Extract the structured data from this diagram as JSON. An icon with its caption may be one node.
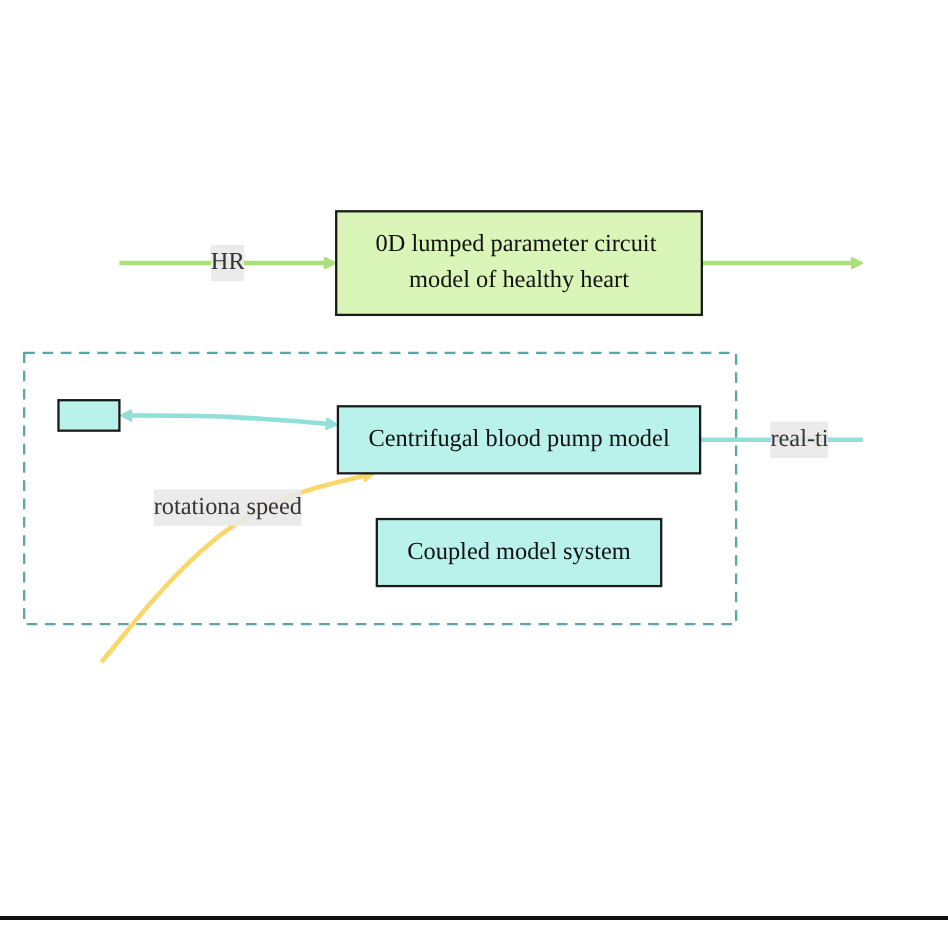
{
  "diagram": {
    "nodes": [
      {
        "text": [
          "0D lumped parameter circuit model of healthy heart"
        ]
      },
      {
        "text": [],
        "shape": "box"
      },
      {
        "text": [],
        "shape": "box",
        "in": 1
      },
      {
        "text": [
          "Centrifugal blood pump model"
        ],
        "in": 1
      },
      {
        "text": [
          "Coupled model system"
        ],
        "in": 1
      }
    ],
    "edges": [
      {
        "from": null,
        "to": 0,
        "arrow": "to",
        "label": "HR",
        "color": "#a9e07a"
      },
      {
        "from": 0,
        "to": null,
        "arrow": "to",
        "color": "#a9e07a"
      },
      {
        "from": 2,
        "to": 3,
        "arrow": "both",
        "color": "#8fe0d8"
      },
      {
        "from": 3,
        "to": null,
        "arrow": "none",
        "label": "real-ti",
        "color": "#8fe0d8"
      },
      {
        "from": null,
        "to": 3,
        "arrow": "to",
        "label": "rotationa speed",
        "color": "#fbd66a"
      }
    ]
  }
}
